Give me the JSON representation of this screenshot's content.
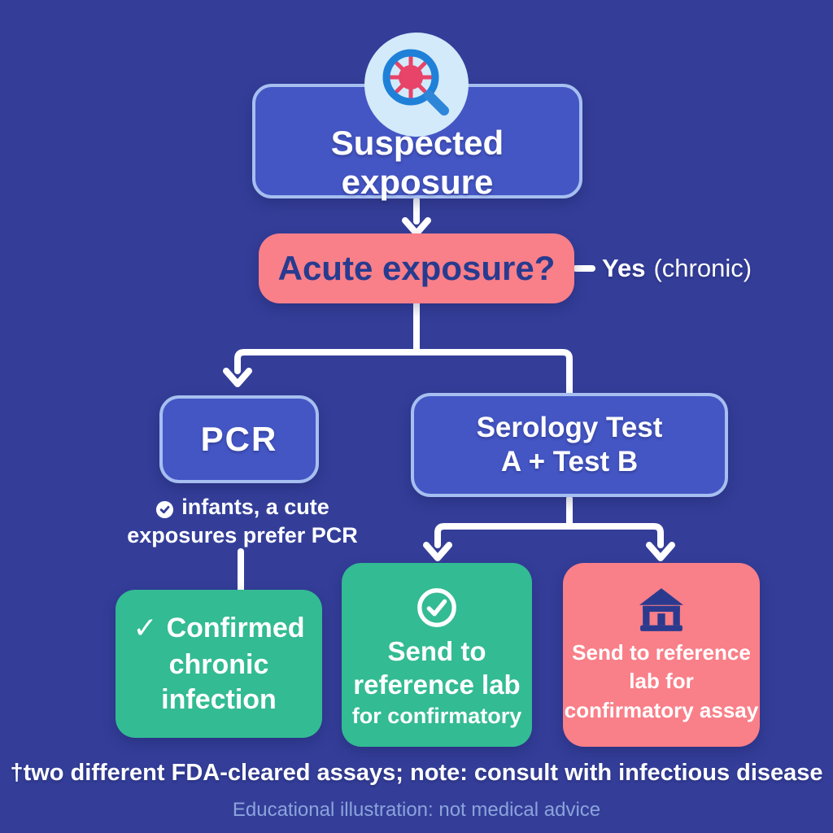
{
  "nodes": {
    "suspected": {
      "label": "Suspected exposure"
    },
    "acute": {
      "label": "Acute exposure?",
      "side_label_bold": "Yes",
      "side_label_rest": "(chronic)"
    },
    "pcr": {
      "label": "PCR"
    },
    "serology": {
      "line1": "Serology Test",
      "line2": "A + Test B"
    },
    "pcr_note": {
      "line1": "infants, a cute",
      "line2": "exposures prefer PCR"
    },
    "confirmed": {
      "check": "✓",
      "line1": "Confirmed",
      "line2": "chronic",
      "line3": "infection"
    },
    "send_lab_green": {
      "line1": "Send to",
      "line2": "reference lab",
      "line3": "for confirmatory"
    },
    "send_lab_pink": {
      "line1": "Send to reference",
      "line2": "lab for",
      "line3": "confirmatory assay"
    }
  },
  "footer": {
    "footnote": "†two different FDA-cleared assays; note: consult with infectious disease",
    "disclaimer": "Educational illustration: not medical advice"
  },
  "icons": {
    "header": "virus-magnifier-icon",
    "pcr_note": "check-circle-small-icon",
    "send_green": "check-circle-icon",
    "send_pink": "reference-lab-building-icon"
  },
  "colors": {
    "background": "#343E99",
    "box_blue": "#4456C4",
    "box_blue_border": "#A6BFF0",
    "box_pink": "#F97F88",
    "box_green": "#33BB93",
    "navy_text": "#273B8F",
    "line_white": "#FFFFFF",
    "disclaimer_text": "#8CA3DB",
    "badge_bg": "#D2EAFA",
    "magnifier_blue": "#1F80D8",
    "virus_pink": "#E84368"
  }
}
